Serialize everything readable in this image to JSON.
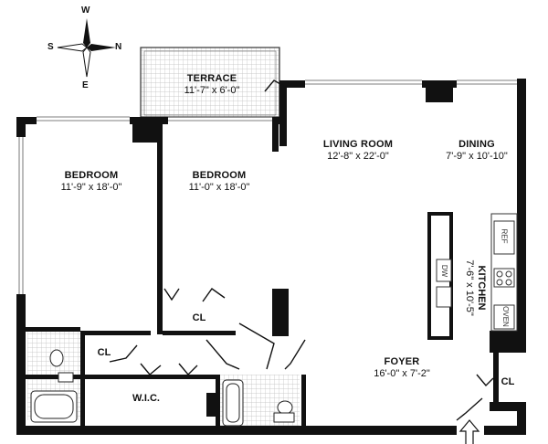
{
  "compass": {
    "north": "N",
    "south": "S",
    "east": "E",
    "west": "W"
  },
  "rooms": {
    "terrace": {
      "name": "TERRACE",
      "dims": "11'-7\" x 6'-0\""
    },
    "bedroom1": {
      "name": "BEDROOM",
      "dims": "11'-9\" x 18'-0\""
    },
    "bedroom2": {
      "name": "BEDROOM",
      "dims": "11'-0\" x 18'-0\""
    },
    "living": {
      "name": "LIVING ROOM",
      "dims": "12'-8\" x 22'-0\""
    },
    "dining": {
      "name": "DINING",
      "dims": "7'-9\" x 10'-10\""
    },
    "kitchen": {
      "name": "KITCHEN",
      "dims": "7'-6\" x 10'-5\""
    },
    "foyer": {
      "name": "FOYER",
      "dims": "16'-0\" x 7'-2\""
    },
    "wic": {
      "name": "W.I.C."
    }
  },
  "closets": {
    "bedroom2": "CL",
    "hall": "CL",
    "foyer": "CL"
  },
  "appliances": {
    "refrigerator": "REF",
    "dishwasher": "DW",
    "oven": "OVEN"
  },
  "colors": {
    "wall": "#111111",
    "tile": "#bfbfbf",
    "line": "#444444"
  }
}
